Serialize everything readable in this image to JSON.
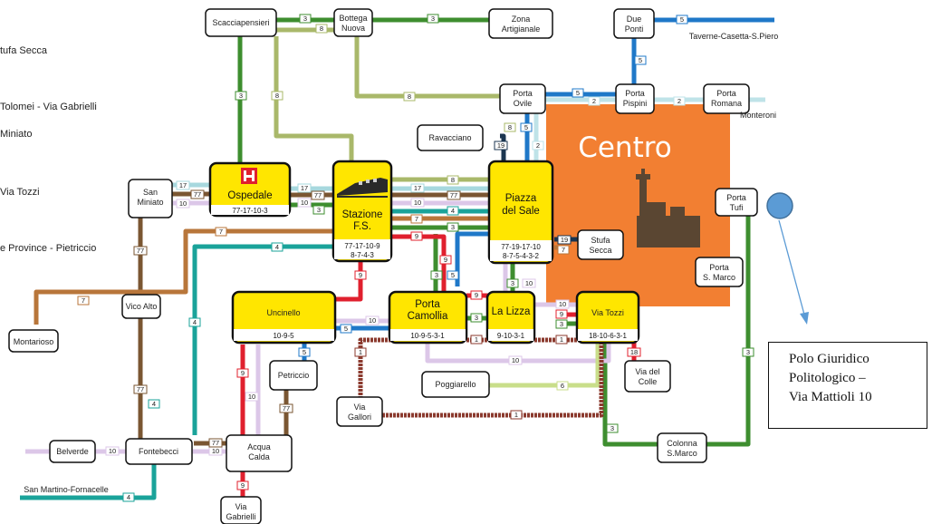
{
  "left_labels": [
    "tufa Secca",
    "Tolomei - Via Gabrielli",
    "Miniato",
    "Via Tozzi",
    "e Province - Pietriccio"
  ],
  "centro_label": "Centro",
  "stops": {
    "scacciapensieri": [
      "Scacciapensieri"
    ],
    "bottega_nuova": [
      "Bottega",
      "Nuova"
    ],
    "zona_artigianale": [
      "Zona",
      "Artigianale"
    ],
    "due_ponti": [
      "Due",
      "Ponti"
    ],
    "taverne": [
      "Taverne-Casetta-S.Piero"
    ],
    "porta_ovile": [
      "Porta",
      "Ovile"
    ],
    "porta_pispini": [
      "Porta",
      "Pispini"
    ],
    "porta_romana": [
      "Porta",
      "Romana"
    ],
    "monteroni": [
      "Monteroni"
    ],
    "ravacciano": [
      "Ravacciano"
    ],
    "san_miniato": [
      "San",
      "Miniato"
    ],
    "porta_tufi": [
      "Porta",
      "Tufi"
    ],
    "porta_s_marco": [
      "Porta",
      "S. Marco"
    ],
    "stufa_secca": [
      "Stufa",
      "Secca"
    ],
    "vico_alto": [
      "Vico Alto"
    ],
    "montarioso": [
      "Montarioso"
    ],
    "petriccio": [
      "Petriccio"
    ],
    "poggiarello": [
      "Poggiarello"
    ],
    "via_del_colle": [
      "Via del",
      "Colle"
    ],
    "via_gallori": [
      "Via",
      "Gallori"
    ],
    "belverde": [
      "Belverde"
    ],
    "fontebecci": [
      "Fontebecci"
    ],
    "acqua_calda": [
      "Acqua",
      "Calda"
    ],
    "colonna_smarco": [
      "Colonna",
      "S.Marco"
    ],
    "via_gabrielli": [
      "Via",
      "Gabrielli"
    ],
    "san_martino": [
      "San Martino-Fornacelle"
    ]
  },
  "hubs": {
    "ospedale": {
      "name": [
        "Ospedale"
      ],
      "lines": "77-17-10-3"
    },
    "stazione": {
      "name": [
        "Stazione",
        "F.S."
      ],
      "lines": [
        "77-17-10-9",
        "8-7-4-3"
      ]
    },
    "piazza_del_sale": {
      "name": [
        "Piazza",
        "del Sale"
      ],
      "lines": [
        "77-19-17-10",
        "8-7-5-4-3-2"
      ]
    },
    "uncinello": {
      "name": [
        "Uncinello"
      ],
      "lines": "10-9-5"
    },
    "porta_camollia": {
      "name": [
        "Porta",
        "Camollia"
      ],
      "lines": "10-9-5-3-1"
    },
    "la_lizza": {
      "name": [
        "La Lizza"
      ],
      "lines": "9-10-3-1"
    },
    "via_tozzi": {
      "name": [
        "Via Tozzi"
      ],
      "lines": "18-10-6-3-1"
    }
  },
  "line_numbers": [
    "1",
    "2",
    "3",
    "4",
    "5",
    "6",
    "7",
    "8",
    "9",
    "10",
    "17",
    "18",
    "19",
    "77"
  ],
  "colors": {
    "line_1": "#8b3a2e",
    "line_2": "#bfe3e8",
    "line_3": "#3e8e2f",
    "line_4": "#1aa39a",
    "line_5": "#1f78c8",
    "line_6": "#c9de8a",
    "line_7": "#b8763a",
    "line_8": "#a9b86a",
    "line_9": "#e0202e",
    "line_10": "#dcc7e8",
    "line_17": "#a7d8de",
    "line_18": "#e0202e",
    "line_19": "#1b3550",
    "line_77": "#7a5632",
    "hub_fill": "#ffe600",
    "centro_fill": "#f27f32",
    "marker": "#5b9bd5"
  },
  "info_box": {
    "lines": [
      "Polo Giuridico",
      "Politologico –",
      "Via Mattioli 10"
    ]
  }
}
